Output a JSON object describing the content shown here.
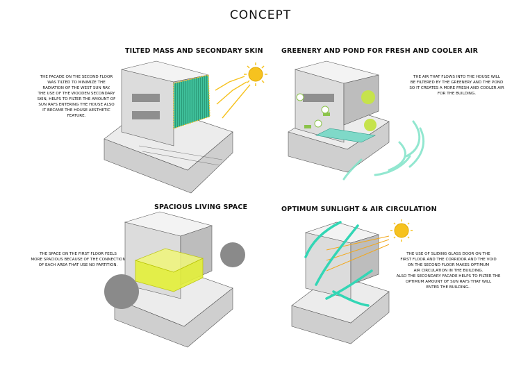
{
  "title": "CONCEPT",
  "panels": [
    {
      "heading": "TILTED MASS AND SECONDARY SKIN",
      "lines": [
        "THE FACADE ON THE SECOND FLOOR",
        "WAS TILTED TO MINIMIZE THE",
        "RADIATION OF THE WEST SUN RAY.",
        "THE USE OF THE WOODEN SECONDARY",
        "SKIN, HELPS TO FILTER THE AMOUNT OF",
        "SUN RAYS ENTERING THE HOUSE ALSO",
        "IT BECAME THE HOUSE AESTHETIC",
        "FEATURE."
      ]
    },
    {
      "heading": "GREENERY AND POND FOR FRESH AND COOLER AIR",
      "lines": [
        "THE AIR THAT FLOWS INTO THE HOUSE WILL",
        "BE FILTERED BY THE GREENERY AND THE POND",
        "SO IT CREATES A MORE FRESH AND COOLER AIR",
        "FOR THE BUILDING."
      ]
    },
    {
      "heading": "SPACIOUS LIVING SPACE",
      "lines": [
        "THE SPACE ON THE FIRST FLOOR FEELS",
        "MORE SPACIOUS BECAUSE OF THE CONNECTION",
        "OF EACH AREA THAT USE NO PARTITION."
      ]
    },
    {
      "heading": "OPTIMUM SUNLIGHT & AIR CIRCULATION",
      "lines": [
        "THE USE OF SLIDING GLASS DOOR ON THE",
        "FIRST FLOOR AND THE CORRIDOR AND THE VOID",
        "ON THE SECOND FLOOR MAKES OPTIMUM",
        "AIR CIRCULATION IN THE BUILDING.",
        "ALSO THE SECONDARY FACADE HELPS TO FILTER THE",
        "OPTIMUM AMOUNT OF SUN RAYS THAT WILL",
        "ENTER THE BUILDING.."
      ]
    }
  ],
  "colors": {
    "skin": "#3fbf9a",
    "living": "#e4f03a",
    "air": "#7fe3c8",
    "sun": "#f6c21f",
    "wall": "#d9d9d9",
    "wall_dark": "#9e9e9e"
  }
}
